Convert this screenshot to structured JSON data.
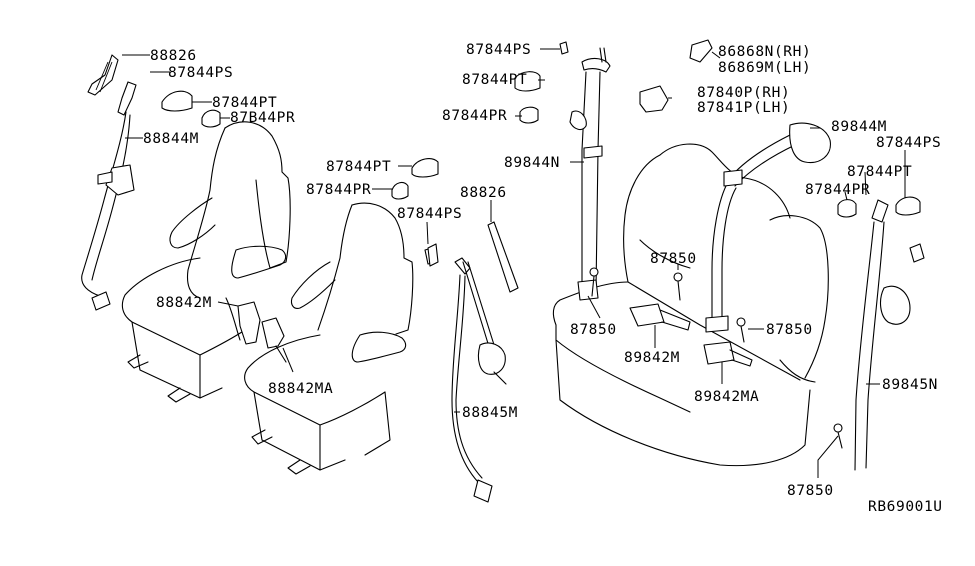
{
  "diagram": {
    "reference_code": "RB69001U",
    "labels": {
      "l_88826_a": "88826",
      "l_87844ps_a": "87844PS",
      "l_87844pt_a": "87844PT",
      "l_87844pr_a": "87B44PR",
      "l_88844m": "88844M",
      "l_88842m": "88842M",
      "l_88842ma": "88842MA",
      "l_87844pt_b": "87844PT",
      "l_87844pr_b": "87844PR",
      "l_87844ps_b": "87844PS",
      "l_88826_b": "88826",
      "l_88845m": "88845M",
      "l_87844ps_c": "87844PS",
      "l_87844pt_c": "87844PT",
      "l_87844pr_c": "87844PR",
      "l_89844n": "89844N",
      "l_86868n": "86868N(RH)",
      "l_86869m": "86869M(LH)",
      "l_87840p": "87840P(RH)",
      "l_87841p": "87841P(LH)",
      "l_89844m": "89844M",
      "l_87844ps_d": "87844PS",
      "l_87844pt_d": "87844PT",
      "l_87844pr_d": "87844PR",
      "l_87850_a": "87850",
      "l_87850_b": "87850",
      "l_87850_c": "87850",
      "l_87850_d": "87850",
      "l_89842m": "89842M",
      "l_89842ma": "89842MA",
      "l_89845n": "89845N"
    }
  }
}
